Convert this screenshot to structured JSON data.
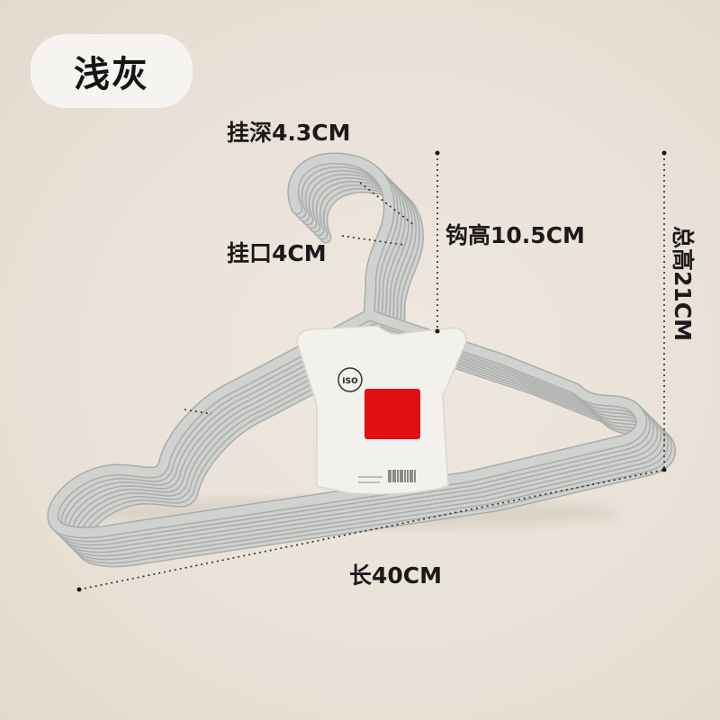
{
  "product": {
    "color_name": "浅灰",
    "hanger_color": "#cfd2cf",
    "background_color": "#ebe3da",
    "tag_accent_color": "#e30f12"
  },
  "dimensions": {
    "hook_depth": "挂深4.3CM",
    "hook_opening": "挂口4CM",
    "hook_height": "钩高10.5CM",
    "total_height": "总高21CM",
    "length": "长40CM"
  },
  "card": {
    "badge_text": "ISO"
  }
}
